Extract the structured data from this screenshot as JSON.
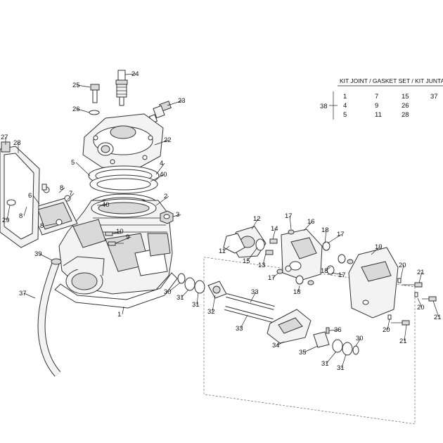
{
  "kit": {
    "title": "KIT JOINT / GASKET SET / KIT JUNTA",
    "ref": "38",
    "rows": [
      [
        "1",
        "7",
        "15",
        "37"
      ],
      [
        "4",
        "9",
        "26",
        ""
      ],
      [
        "5",
        "11",
        "28",
        ""
      ]
    ]
  },
  "callouts": [
    "1",
    "2",
    "3",
    "4",
    "5",
    "6",
    "7",
    "8",
    "8",
    "8",
    "9",
    "10",
    "11",
    "12",
    "13",
    "14",
    "15",
    "16",
    "17",
    "17",
    "17",
    "17",
    "18",
    "18",
    "18",
    "19",
    "20",
    "20",
    "20",
    "21",
    "21",
    "21",
    "22",
    "23",
    "24",
    "25",
    "26",
    "27",
    "28",
    "29",
    "30",
    "30",
    "31",
    "31",
    "31",
    "31",
    "32",
    "33",
    "33",
    "34",
    "35",
    "36",
    "37",
    "39",
    "40",
    "40"
  ],
  "colors": {
    "ink": "#222222",
    "fill": "#f3f3f3",
    "shade": "#d9d9d9"
  }
}
